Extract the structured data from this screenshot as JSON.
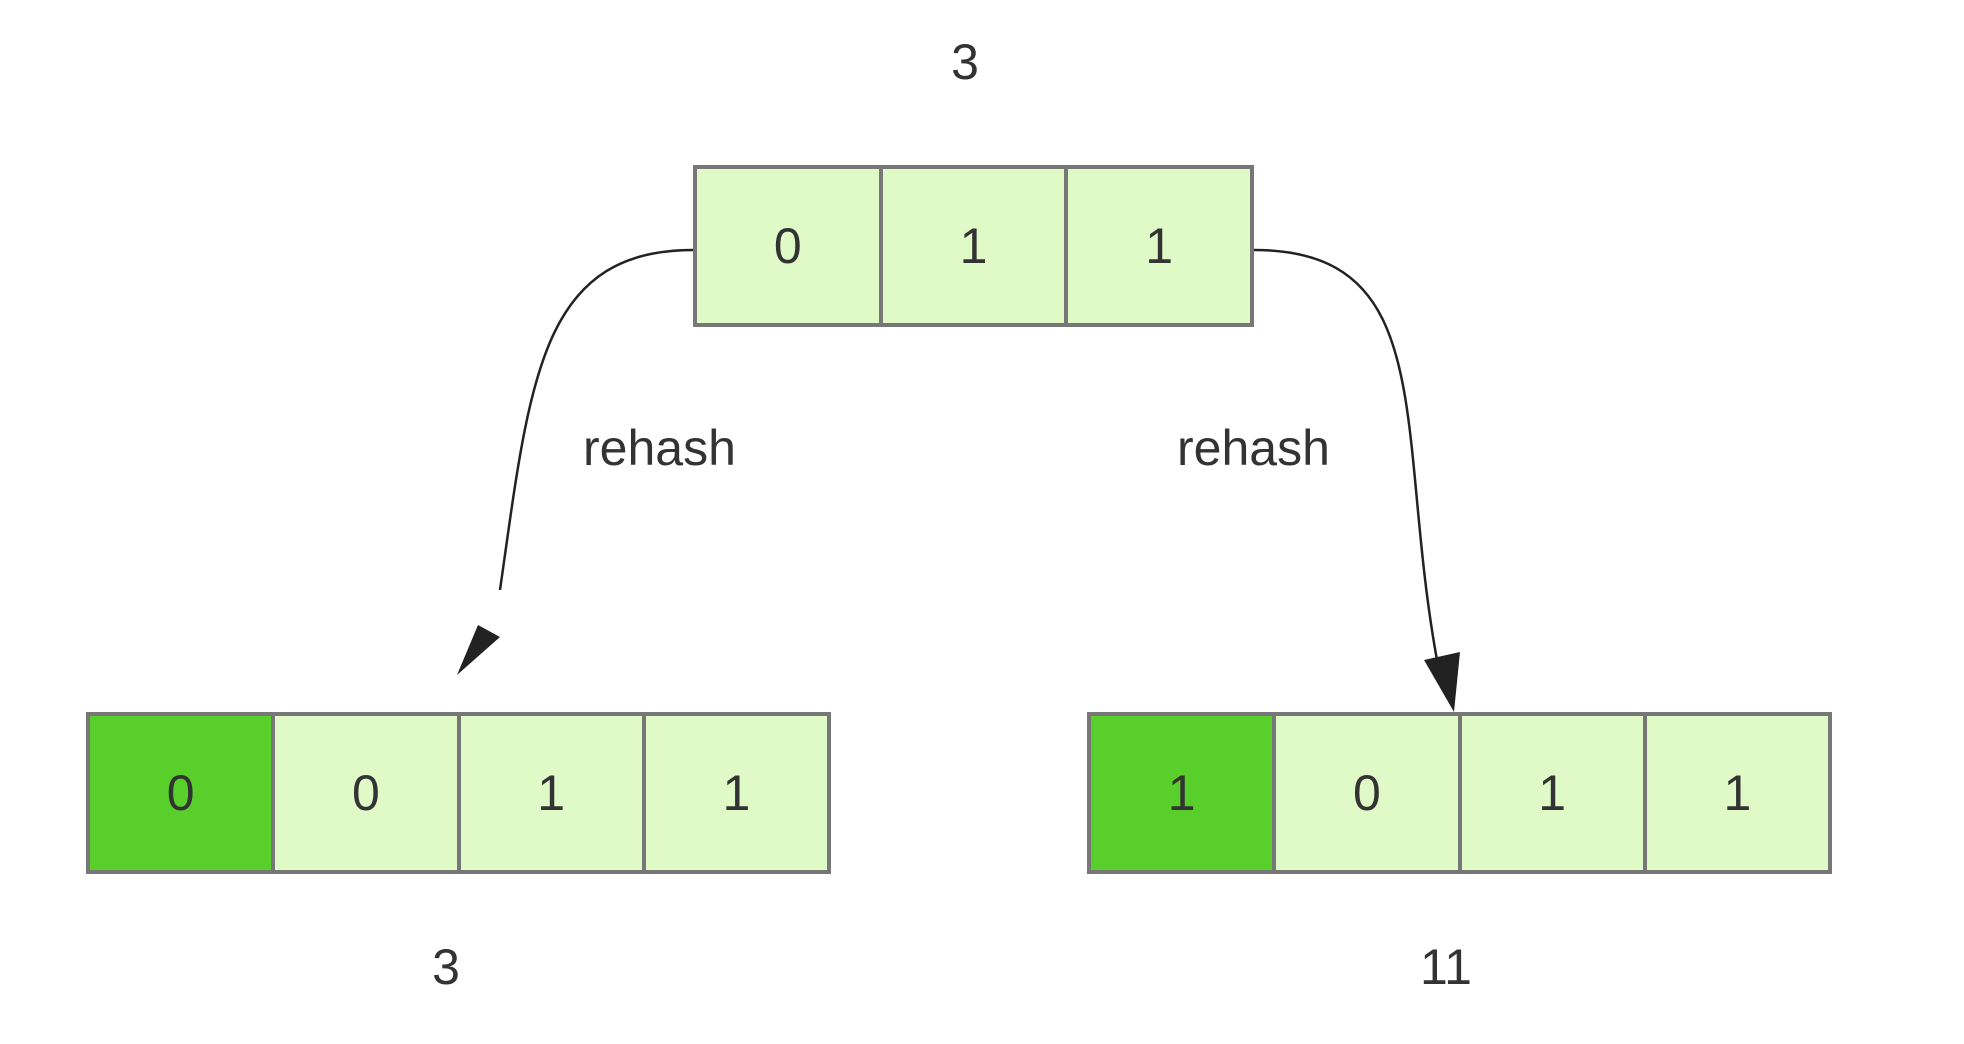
{
  "top": {
    "number": "3",
    "bits": [
      "0",
      "1",
      "1"
    ]
  },
  "left": {
    "number": "3",
    "bits": [
      "0",
      "0",
      "1",
      "1"
    ],
    "highlight_index": 0
  },
  "right": {
    "number": "11",
    "bits": [
      "1",
      "0",
      "1",
      "1"
    ],
    "highlight_index": 0
  },
  "arrows": {
    "left_label": "rehash",
    "right_label": "rehash"
  },
  "colors": {
    "cell_fill": "#dff9c7",
    "highlight_fill": "#58cf2b",
    "border": "#777777",
    "text": "#333333",
    "arrow": "#222222"
  }
}
